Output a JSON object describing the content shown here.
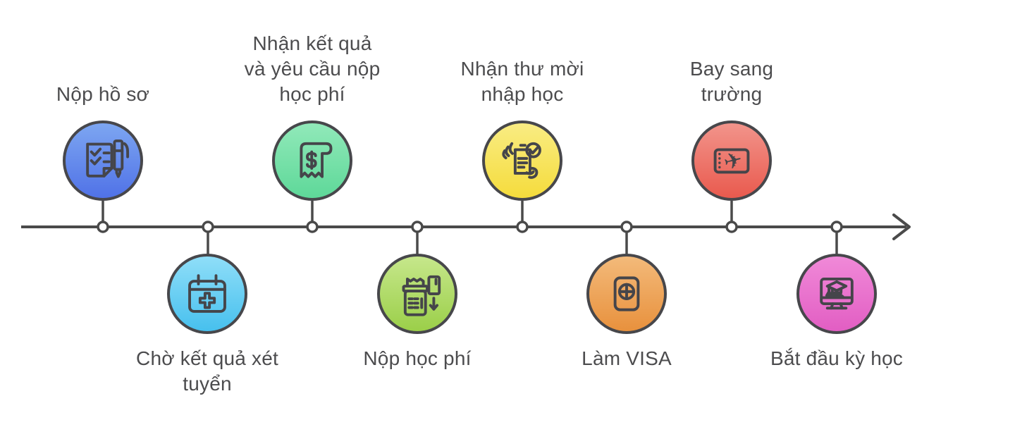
{
  "diagram": {
    "type": "timeline",
    "axis": {
      "direction": "right",
      "line_color": "#4a4a4a",
      "node_fill": "#ffffff",
      "node_stroke": "#4a4a4a"
    },
    "text_color": "#4c4c4e",
    "background": "#ffffff",
    "steps": [
      {
        "label": "Nộp hồ sơ",
        "side": "above",
        "icon": "checklist-pen-icon",
        "color_top": "#7da6f1",
        "color_bottom": "#5072e7"
      },
      {
        "label": "Chờ kết quả xét\ntuyển",
        "side": "below",
        "icon": "calendar-plus-icon",
        "color_top": "#8fdef8",
        "color_bottom": "#47c0ee"
      },
      {
        "label": "Nhận kết quả\nvà yêu cầu nộp\nhọc phí",
        "side": "above",
        "icon": "receipt-dollar-icon",
        "color_top": "#91e9b9",
        "color_bottom": "#5ed899"
      },
      {
        "label": "Nộp học phí",
        "side": "below",
        "icon": "pos-payment-icon",
        "color_top": "#c6e78b",
        "color_bottom": "#9bcf49"
      },
      {
        "label": "Nhận thư mời\nnhập học",
        "side": "above",
        "icon": "admission-letter-icon",
        "color_top": "#f9ec83",
        "color_bottom": "#f5dc3c"
      },
      {
        "label": "Làm VISA",
        "side": "below",
        "icon": "passport-icon",
        "color_top": "#f3ba7a",
        "color_bottom": "#e8913d"
      },
      {
        "label": "Bay sang\ntrường",
        "side": "above",
        "icon": "boarding-pass-icon",
        "color_top": "#f2948b",
        "color_bottom": "#e95a4e"
      },
      {
        "label": "Bắt đầu kỳ học",
        "side": "below",
        "icon": "online-graduation-icon",
        "color_top": "#f089d8",
        "color_bottom": "#e25ec3"
      }
    ]
  }
}
